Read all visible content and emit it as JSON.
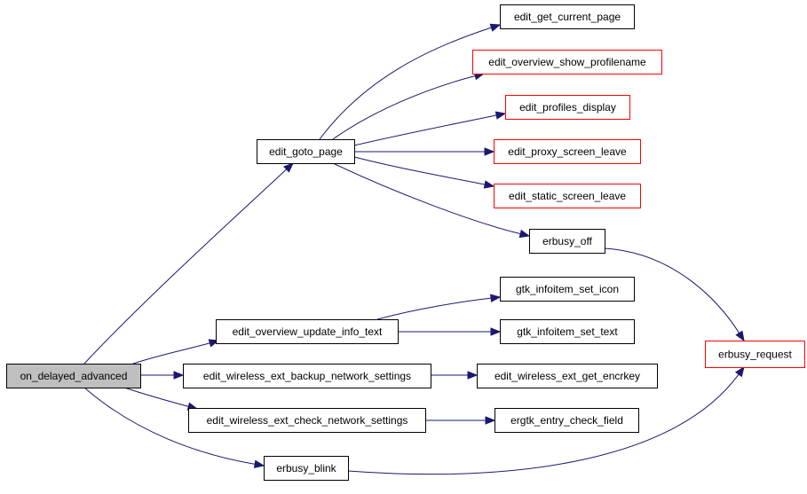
{
  "colors": {
    "edge": "#191970",
    "root_fill": "#bfbfbf",
    "normal_border": "#000000",
    "truncated_border": "#ff0000"
  },
  "nodes": [
    {
      "id": "on_delayed_advanced",
      "label": "on_delayed_advanced",
      "style": "root"
    },
    {
      "id": "edit_goto_page",
      "label": "edit_goto_page",
      "style": "normal"
    },
    {
      "id": "edit_get_current_page",
      "label": "edit_get_current_page",
      "style": "normal"
    },
    {
      "id": "edit_overview_show_profilename",
      "label": "edit_overview_show_profilename",
      "style": "truncated"
    },
    {
      "id": "edit_profiles_display",
      "label": "edit_profiles_display",
      "style": "truncated"
    },
    {
      "id": "edit_proxy_screen_leave",
      "label": "edit_proxy_screen_leave",
      "style": "truncated"
    },
    {
      "id": "edit_static_screen_leave",
      "label": "edit_static_screen_leave",
      "style": "truncated"
    },
    {
      "id": "erbusy_off",
      "label": "erbusy_off",
      "style": "normal"
    },
    {
      "id": "gtk_infoitem_set_icon",
      "label": "gtk_infoitem_set_icon",
      "style": "normal"
    },
    {
      "id": "edit_overview_update_info_text",
      "label": "edit_overview_update_info_text",
      "style": "normal"
    },
    {
      "id": "gtk_infoitem_set_text",
      "label": "gtk_infoitem_set_text",
      "style": "normal"
    },
    {
      "id": "erbusy_request",
      "label": "erbusy_request",
      "style": "truncated"
    },
    {
      "id": "edit_wireless_ext_backup_network_settings",
      "label": "edit_wireless_ext_backup_network_settings",
      "style": "normal"
    },
    {
      "id": "edit_wireless_ext_get_encrkey",
      "label": "edit_wireless_ext_get_encrkey",
      "style": "normal"
    },
    {
      "id": "edit_wireless_ext_check_network_settings",
      "label": "edit_wireless_ext_check_network_settings",
      "style": "normal"
    },
    {
      "id": "ergtk_entry_check_field",
      "label": "ergtk_entry_check_field",
      "style": "normal"
    },
    {
      "id": "erbusy_blink",
      "label": "erbusy_blink",
      "style": "normal"
    }
  ],
  "edges": [
    {
      "from": "on_delayed_advanced",
      "to": "edit_goto_page"
    },
    {
      "from": "on_delayed_advanced",
      "to": "edit_overview_update_info_text"
    },
    {
      "from": "on_delayed_advanced",
      "to": "edit_wireless_ext_backup_network_settings"
    },
    {
      "from": "on_delayed_advanced",
      "to": "edit_wireless_ext_check_network_settings"
    },
    {
      "from": "on_delayed_advanced",
      "to": "erbusy_blink"
    },
    {
      "from": "edit_goto_page",
      "to": "edit_get_current_page"
    },
    {
      "from": "edit_goto_page",
      "to": "edit_overview_show_profilename"
    },
    {
      "from": "edit_goto_page",
      "to": "edit_profiles_display"
    },
    {
      "from": "edit_goto_page",
      "to": "edit_proxy_screen_leave"
    },
    {
      "from": "edit_goto_page",
      "to": "edit_static_screen_leave"
    },
    {
      "from": "edit_goto_page",
      "to": "erbusy_off"
    },
    {
      "from": "erbusy_off",
      "to": "erbusy_request"
    },
    {
      "from": "edit_overview_update_info_text",
      "to": "gtk_infoitem_set_icon"
    },
    {
      "from": "edit_overview_update_info_text",
      "to": "gtk_infoitem_set_text"
    },
    {
      "from": "edit_wireless_ext_backup_network_settings",
      "to": "edit_wireless_ext_get_encrkey"
    },
    {
      "from": "edit_wireless_ext_check_network_settings",
      "to": "ergtk_entry_check_field"
    },
    {
      "from": "erbusy_blink",
      "to": "erbusy_request"
    }
  ]
}
